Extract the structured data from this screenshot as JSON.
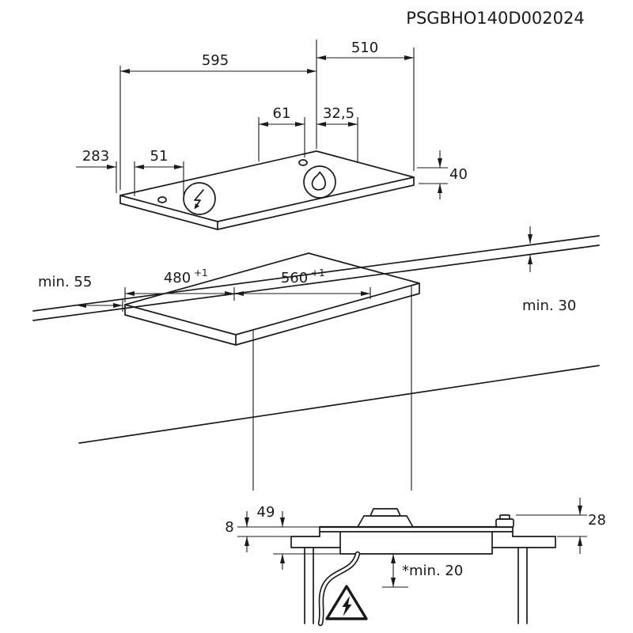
{
  "title": "PSGBHO140D002024",
  "colors": {
    "line": "#1a1a1a",
    "background": "#ffffff"
  },
  "top_view": {
    "dims": {
      "width": "595",
      "depth": "510",
      "burner_offset": "61",
      "burner_edge": "32,5",
      "left_a": "283",
      "left_b": "51",
      "height": "40"
    }
  },
  "cutout_view": {
    "dims": {
      "front_min": "min. 55",
      "cutout_depth": "480",
      "cutout_depth_tol": "+1",
      "cutout_width": "560",
      "cutout_width_tol": "+1",
      "rear_min": "min. 30"
    }
  },
  "section_view": {
    "dims": {
      "above_worktop": "8",
      "below_worktop": "49",
      "connection_height": "28",
      "clearance_min": "*min. 20"
    }
  },
  "icons": {
    "spark": "ignition-spark",
    "flame": "gas-flame",
    "warning": "electric-hazard-triangle"
  }
}
